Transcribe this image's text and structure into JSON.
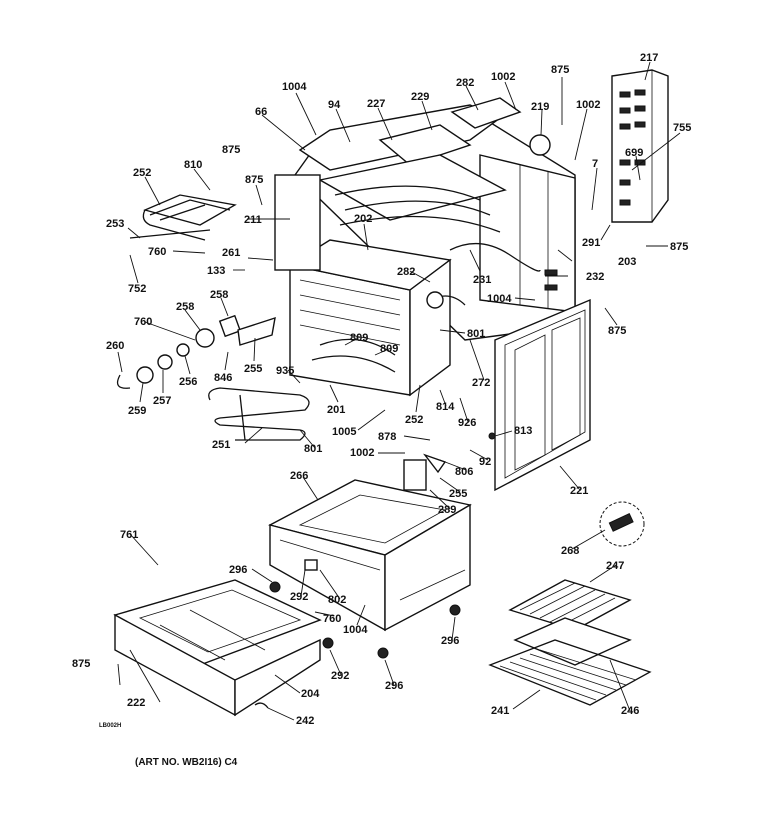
{
  "labels": {
    "l_1004_a": "1004",
    "l_66": "66",
    "l_94": "94",
    "l_227": "227",
    "l_229": "229",
    "l_282_a": "282",
    "l_1002_a": "1002",
    "l_875_a": "875",
    "l_219": "219",
    "l_1002_b": "1002",
    "l_217": "217",
    "l_755": "755",
    "l_699": "699",
    "l_7": "7",
    "l_875_b": "875",
    "l_810": "810",
    "l_252_a": "252",
    "l_875_c": "875",
    "l_211": "211",
    "l_202": "202",
    "l_253": "253",
    "l_760_a": "760",
    "l_261": "261",
    "l_752": "752",
    "l_133": "133",
    "l_291": "291",
    "l_875_d": "875",
    "l_203": "203",
    "l_231": "231",
    "l_232": "232",
    "l_282_b": "282",
    "l_1004_b": "1004",
    "l_875_e": "875",
    "l_258_a": "258",
    "l_258_b": "258",
    "l_760_b": "760",
    "l_809_a": "809",
    "l_809_b": "809",
    "l_801_a": "801",
    "l_260": "260",
    "l_256": "256",
    "l_846": "846",
    "l_255_a": "255",
    "l_935": "935",
    "l_272": "272",
    "l_259": "259",
    "l_257": "257",
    "l_201": "201",
    "l_252_b": "252",
    "l_814": "814",
    "l_926": "926",
    "l_1005": "1005",
    "l_878": "878",
    "l_813": "813",
    "l_251": "251",
    "l_801_b": "801",
    "l_1002_c": "1002",
    "l_806": "806",
    "l_92": "92",
    "l_255_b": "255",
    "l_221": "221",
    "l_266": "266",
    "l_289": "289",
    "l_761": "761",
    "l_268": "268",
    "l_296_a": "296",
    "l_292_a": "292",
    "l_802": "802",
    "l_247": "247",
    "l_760_c": "760",
    "l_1004_c": "1004",
    "l_296_b": "296",
    "l_875_f": "875",
    "l_292_b": "292",
    "l_296_c": "296",
    "l_222": "222",
    "l_204": "204",
    "l_241": "241",
    "l_246": "246",
    "l_242": "242"
  },
  "footer": {
    "art_no": "(ART NO. WB2I16) C4",
    "stamp": "LB002H"
  }
}
